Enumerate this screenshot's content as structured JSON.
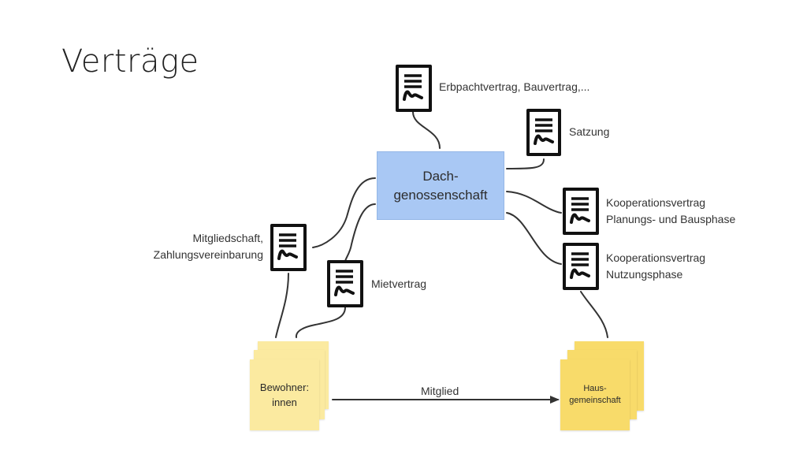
{
  "title": "Verträge",
  "hub": {
    "label": "Dach-\ngenossenschaft"
  },
  "contracts": {
    "erbpacht": "Erbpachtvertrag, Bauvertrag,...",
    "satzung": "Satzung",
    "kooperation_planung": "Kooperationsvertrag\nPlanungs- und Bausphase",
    "kooperation_nutzung": "Kooperationsvertrag\nNutzungsphase",
    "mitgliedschaft": "Mitgliedschaft,\nZahlungsvereinbarung",
    "mietvertrag": "Mietvertrag"
  },
  "parties": {
    "bewohner": "Bewohner:\ninnen",
    "hausgemeinschaft": "Haus-\ngemeinschaft"
  },
  "edge_label": "Mitglied",
  "icon": "document-contract-icon",
  "colors": {
    "hub_fill": "#a9c8f4",
    "sticky_pale": "#fbeaa0",
    "sticky_gold": "#f8db6a",
    "connector": "#333333"
  }
}
